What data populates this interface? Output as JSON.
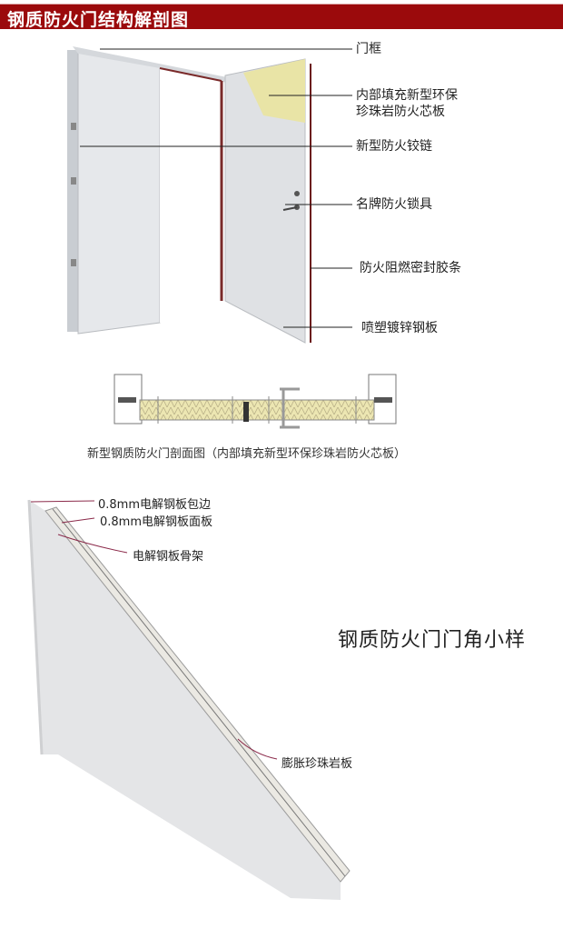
{
  "header": {
    "title": "钢质防火门结构解剖图",
    "bg_color": "#9b0a0c"
  },
  "door_diagram": {
    "callouts": [
      {
        "id": "frame",
        "label": "门框"
      },
      {
        "id": "core",
        "label_line1": "内部填充新型环保",
        "label_line2": "珍珠岩防火芯板"
      },
      {
        "id": "hinge",
        "label": "新型防火铰链"
      },
      {
        "id": "lock",
        "label": "名牌防火锁具"
      },
      {
        "id": "seal",
        "label": "防火阻燃密封胶条"
      },
      {
        "id": "panel",
        "label": "喷塑镀锌钢板"
      }
    ],
    "core_color": "#e9e4a6"
  },
  "section": {
    "caption": "新型钢质防火门剖面图（内部填充新型环保珍珠岩防火芯板）"
  },
  "corner_sample": {
    "title": "钢质防火门门角小样",
    "callouts": [
      {
        "id": "edge",
        "label": "0.8mm电解钢板包边"
      },
      {
        "id": "face",
        "label": "0.8mm电解钢板面板"
      },
      {
        "id": "skeleton",
        "label": "电解钢板骨架"
      },
      {
        "id": "perlite",
        "label": "膨胀珍珠岩板"
      }
    ],
    "leader_color": "#8b2a4a"
  }
}
